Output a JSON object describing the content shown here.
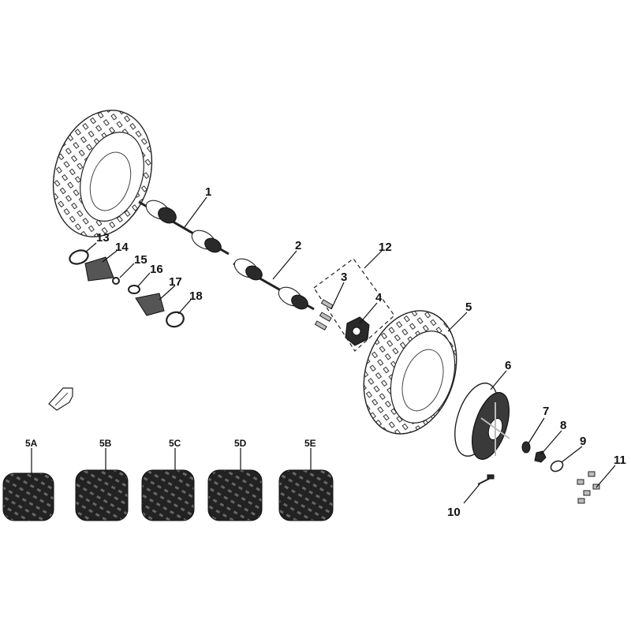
{
  "callouts": {
    "c1": "1",
    "c2": "2",
    "c3": "3",
    "c4": "4",
    "c5": "5",
    "c6": "6",
    "c7": "7",
    "c8": "8",
    "c9": "9",
    "c10": "10",
    "c11": "11",
    "c12": "12",
    "c13": "13",
    "c14": "14",
    "c15": "15",
    "c16": "16",
    "c17": "17",
    "c18": "18"
  },
  "tire_variants": {
    "v5a": "5A",
    "v5b": "5B",
    "v5c": "5C",
    "v5d": "5D",
    "v5e": "5E"
  },
  "icons": {
    "direction": "front-arrow-icon"
  }
}
